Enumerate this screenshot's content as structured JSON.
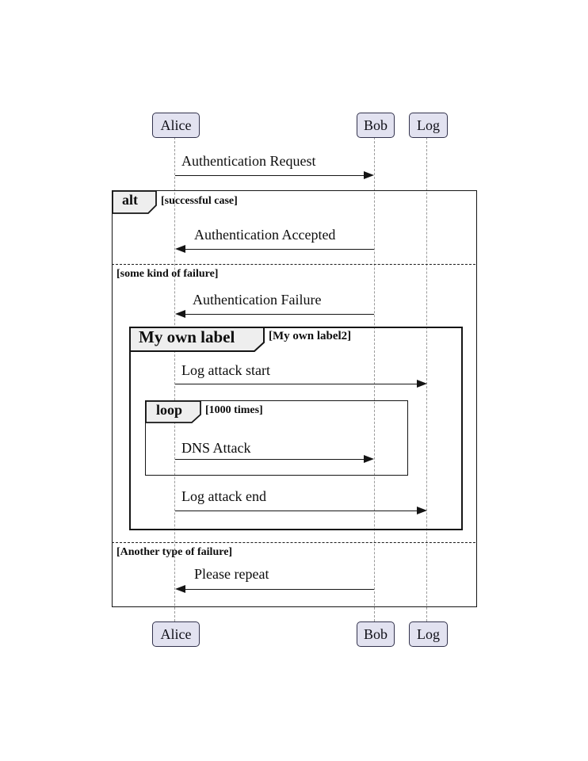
{
  "diagram_type": "sequence-diagram",
  "participants": [
    {
      "name": "Alice"
    },
    {
      "name": "Bob"
    },
    {
      "name": "Log"
    }
  ],
  "messages": [
    {
      "text": "Authentication Request",
      "from": "Alice",
      "to": "Bob"
    },
    {
      "text": "Authentication Accepted",
      "from": "Bob",
      "to": "Alice"
    },
    {
      "text": "Authentication Failure",
      "from": "Bob",
      "to": "Alice"
    },
    {
      "text": "Log attack start",
      "from": "Alice",
      "to": "Log"
    },
    {
      "text": "DNS Attack",
      "from": "Alice",
      "to": "Bob"
    },
    {
      "text": "Log attack end",
      "from": "Alice",
      "to": "Log"
    },
    {
      "text": "Please repeat",
      "from": "Bob",
      "to": "Alice"
    }
  ],
  "fragments": {
    "alt": {
      "label": "alt",
      "conditions": [
        "[successful case]",
        "[some kind of failure]",
        "[Another type of failure]"
      ]
    },
    "group": {
      "label": "My own label",
      "condition": "[My own label2]"
    },
    "loop": {
      "label": "loop",
      "condition": "[1000 times]"
    }
  },
  "colors": {
    "participant_fill": "#E2E2F0",
    "fragment_tab_fill": "#EEEEEE",
    "line": "#151515",
    "lifeline": "#9a9a9a"
  }
}
